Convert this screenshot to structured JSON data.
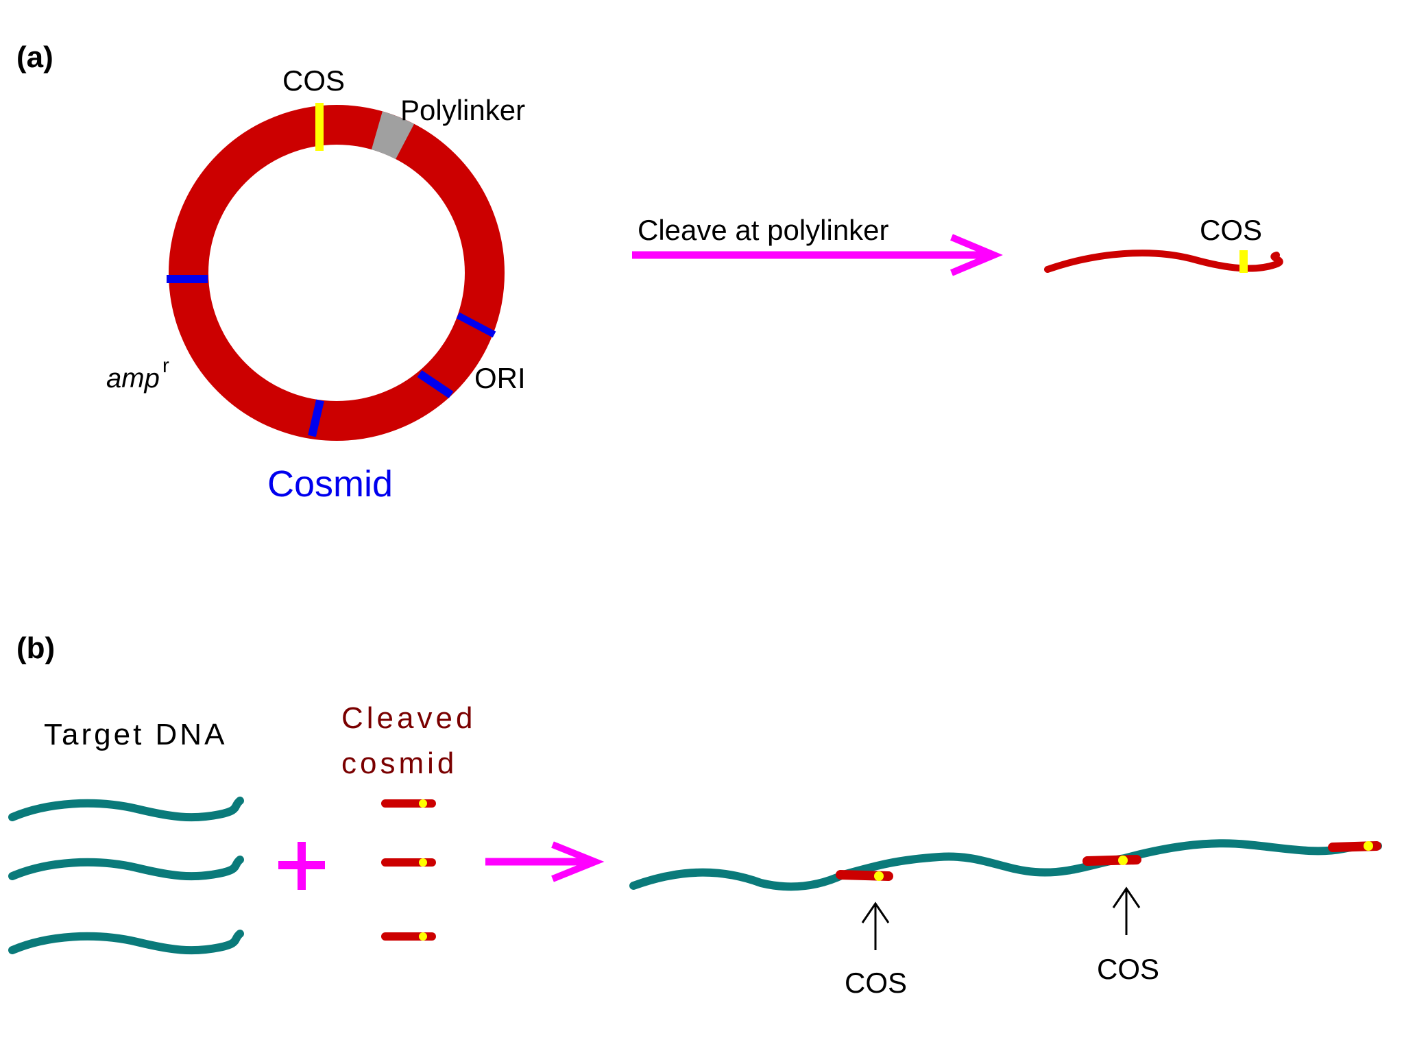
{
  "panel_a": {
    "label": "(a)",
    "cos_label": "COS",
    "polylinker_label": "Polylinker",
    "ori_label": "ORI",
    "amp_label": "amp",
    "amp_superscript": "r",
    "cosmid_label": "Cosmid",
    "cleave_label": "Cleave at polylinker",
    "linear_cos_label": "COS"
  },
  "panel_b": {
    "label": "(b)",
    "target_label": "Target DNA",
    "cleaved_label_line1": "Cleaved",
    "cleaved_label_line2": "cosmid",
    "plus_sign": "+",
    "cos_label_1": "COS",
    "cos_label_2": "COS"
  },
  "colors": {
    "plasmid": "#cc0000",
    "cos_marker": "#ffff00",
    "polylinker": "#a0a0a0",
    "gene_marker": "#0000ee",
    "arrow": "#ff00ff",
    "target_dna": "#0a7a7a",
    "cosmid_text": "#0000ee",
    "cleaved_text": "#7a0000"
  }
}
